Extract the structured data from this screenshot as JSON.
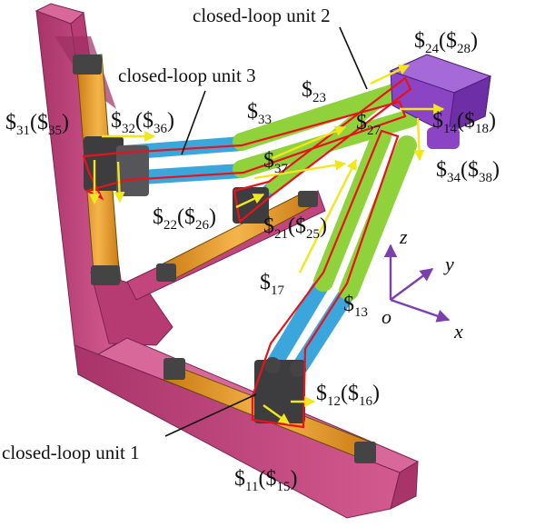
{
  "units": {
    "unit1": "closed-loop unit 1",
    "unit2": "closed-loop unit 2",
    "unit3": "closed-loop unit 3"
  },
  "screws": {
    "s11": {
      "a": "11",
      "b": "15"
    },
    "s12": {
      "a": "12",
      "b": "16"
    },
    "s13": {
      "a": "13"
    },
    "s14": {
      "a": "14",
      "b": "18"
    },
    "s17": {
      "a": "17"
    },
    "s21": {
      "a": "21",
      "b": "25"
    },
    "s22": {
      "a": "22",
      "b": "26"
    },
    "s23": {
      "a": "23"
    },
    "s24": {
      "a": "24",
      "b": "28"
    },
    "s27": {
      "a": "27"
    },
    "s31": {
      "a": "31",
      "b": "35"
    },
    "s32": {
      "a": "32",
      "b": "36"
    },
    "s33": {
      "a": "33"
    },
    "s34": {
      "a": "34",
      "b": "38"
    },
    "s37": {
      "a": "37"
    }
  },
  "axes": {
    "z": "z",
    "y": "y",
    "x": "x",
    "o": "o"
  },
  "colors": {
    "frame": "#c2457c",
    "rail": "#e39a2c",
    "link_blue": "#3aa6dc",
    "link_green": "#8fd23c",
    "platform": "#8a44c4",
    "loop": "#e8121b",
    "screw_arrow": "#f2e61d",
    "axis": "#7b3fb0"
  }
}
